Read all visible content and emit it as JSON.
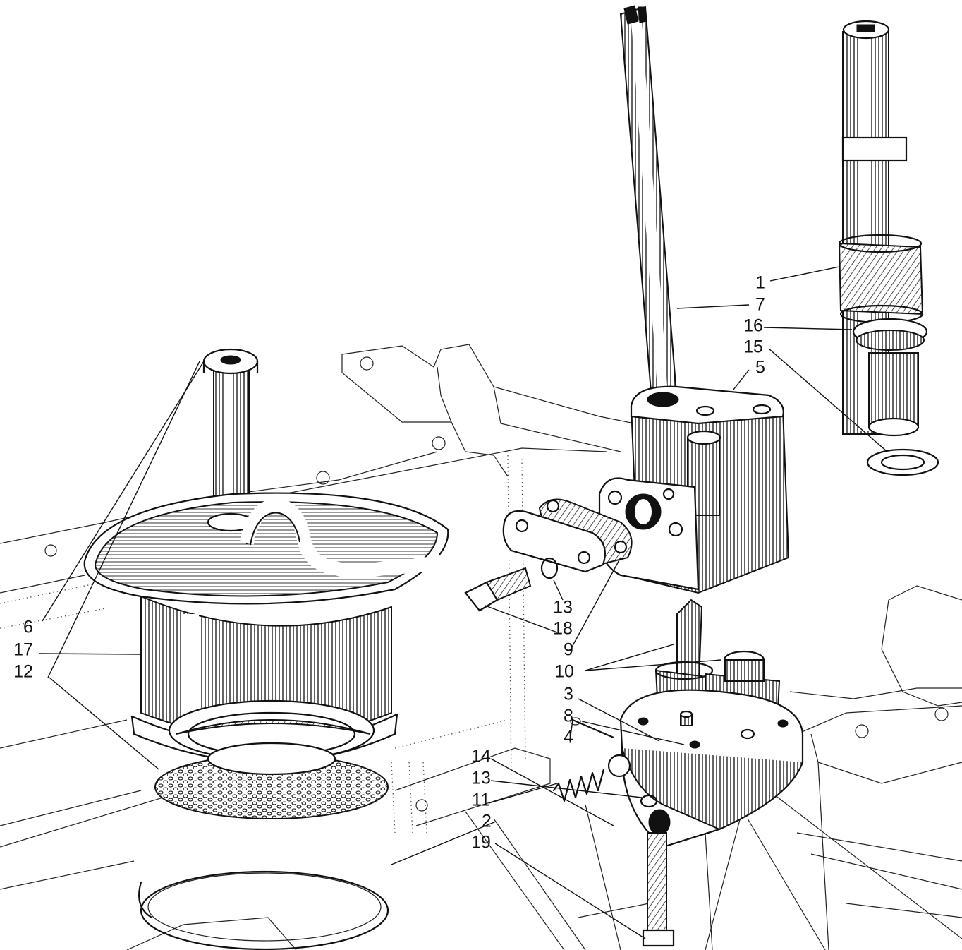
{
  "callouts": [
    {
      "key": "1",
      "text": "1"
    },
    {
      "key": "7",
      "text": "7"
    },
    {
      "key": "16",
      "text": "16"
    },
    {
      "key": "15",
      "text": "15"
    },
    {
      "key": "5",
      "text": "5"
    },
    {
      "key": "6",
      "text": "6"
    },
    {
      "key": "17",
      "text": "17"
    },
    {
      "key": "12",
      "text": "12"
    },
    {
      "key": "13a",
      "text": "13"
    },
    {
      "key": "18",
      "text": "18"
    },
    {
      "key": "9",
      "text": "9"
    },
    {
      "key": "10",
      "text": "10"
    },
    {
      "key": "3",
      "text": "3"
    },
    {
      "key": "8",
      "text": "8"
    },
    {
      "key": "4",
      "text": "4"
    },
    {
      "key": "14",
      "text": "14"
    },
    {
      "key": "13b",
      "text": "13"
    },
    {
      "key": "11",
      "text": "11"
    },
    {
      "key": "2",
      "text": "2"
    },
    {
      "key": "19",
      "text": "19"
    }
  ],
  "parts": [
    "distributor-drive-gear-shaft",
    "drive-shaft",
    "thrust-washer",
    "wave-washer",
    "pump-body",
    "pick-up-strainer-pin",
    "strainer-housing",
    "strainer-gauze",
    "lock-washer",
    "setscrew",
    "gasket",
    "pump-gears",
    "pump-cover",
    "dowel",
    "split-pin",
    "relief-valve-ball",
    "relief-valve-spring",
    "retaining-clip",
    "plug-bolt"
  ]
}
